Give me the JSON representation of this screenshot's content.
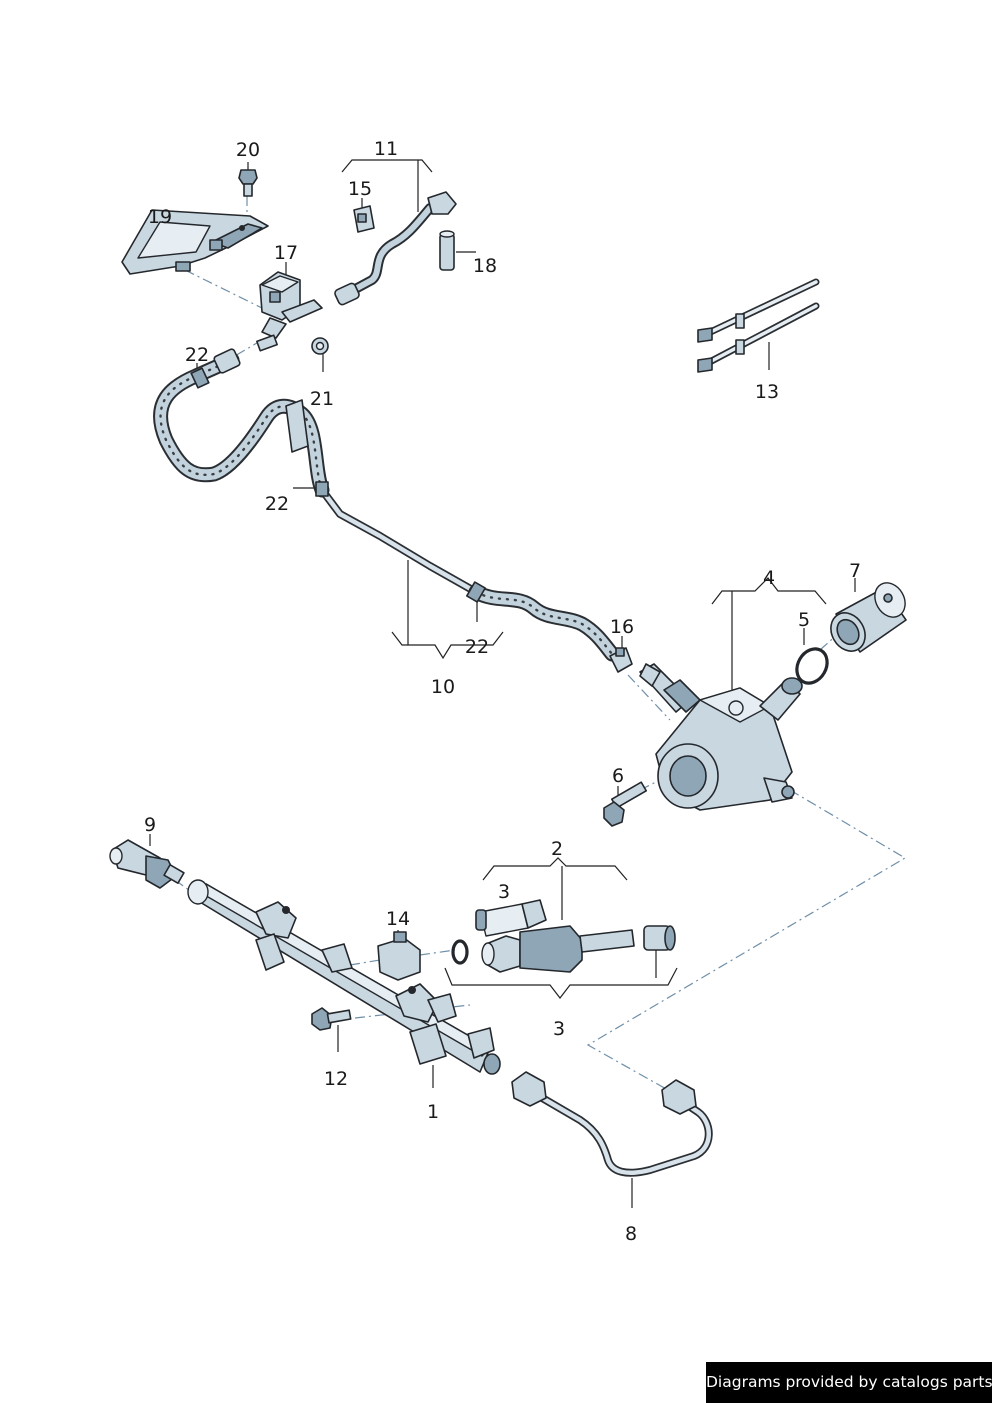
{
  "callouts": {
    "c1": "1",
    "c2": "2",
    "c3a": "3",
    "c3b": "3",
    "c4": "4",
    "c5": "5",
    "c6": "6",
    "c7": "7",
    "c8": "8",
    "c9": "9",
    "c10": "10",
    "c11": "11",
    "c12": "12",
    "c13": "13",
    "c14": "14",
    "c15": "15",
    "c16": "16",
    "c17": "17",
    "c18": "18",
    "c19": "19",
    "c20": "20",
    "c21": "21",
    "c22a": "22",
    "c22b": "22",
    "c22c": "22"
  },
  "footer": {
    "text": "Diagrams provided by catalogs parts"
  },
  "colors": {
    "part_fill": "#c9d7e1",
    "outline": "#24282c",
    "dash_line": "#6f8fa8",
    "badge_bg": "#000000"
  }
}
